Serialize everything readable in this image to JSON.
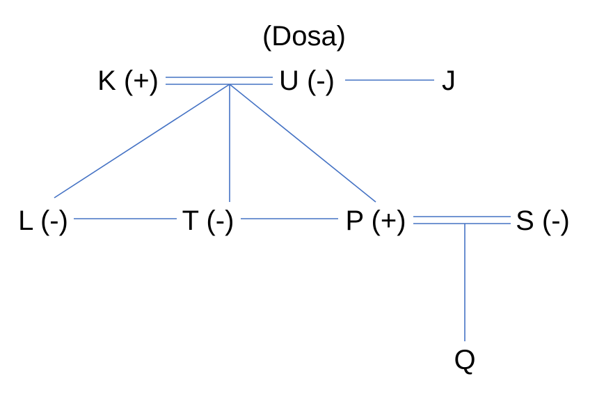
{
  "diagram": {
    "caption": "(Dosa)",
    "nodes": {
      "K": "K (+)",
      "U": "U (-)",
      "J": "J",
      "L": "L (-)",
      "T": "T (-)",
      "P": "P (+)",
      "S": "S (-)",
      "Q": "Q"
    },
    "relations": [
      {
        "from": "K",
        "to": "U",
        "type": "marriage"
      },
      {
        "from": "U",
        "to": "J",
        "type": "sibling"
      },
      {
        "from": "K-U",
        "to": "L",
        "type": "child"
      },
      {
        "from": "K-U",
        "to": "T",
        "type": "child"
      },
      {
        "from": "K-U",
        "to": "P",
        "type": "child"
      },
      {
        "from": "L",
        "to": "T",
        "type": "sibling"
      },
      {
        "from": "T",
        "to": "P",
        "type": "sibling"
      },
      {
        "from": "P",
        "to": "S",
        "type": "marriage"
      },
      {
        "from": "P-S",
        "to": "Q",
        "type": "child"
      }
    ],
    "colors": {
      "line": "#4472c4",
      "text": "#000000"
    }
  }
}
